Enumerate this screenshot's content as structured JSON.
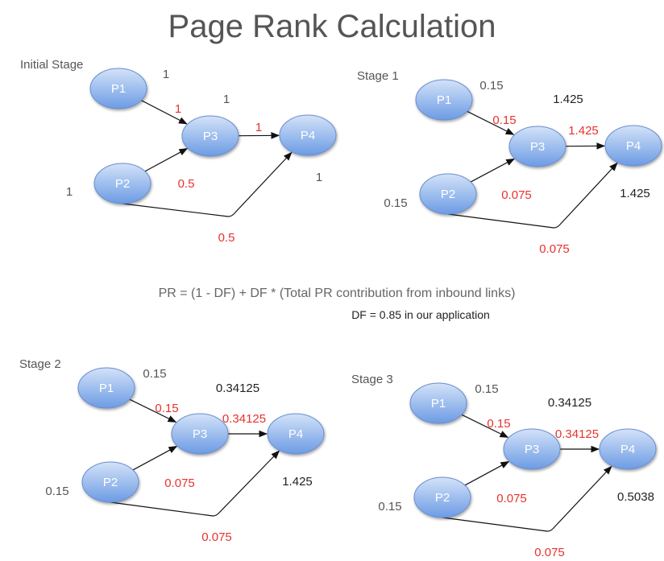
{
  "title": "Page Rank Calculation",
  "formula": "PR = (1 - DF) + DF * (Total PR contribution from inbound links)",
  "df_note": "DF = 0.85 in our application",
  "colors": {
    "title": "#555555",
    "label": "#555555",
    "value_black": "#222222",
    "value_red": "#e8322d",
    "node_fill_top": "#c5d8f5",
    "node_fill_bottom": "#6f9ee6",
    "node_stroke": "#6a8fcf",
    "node_text": "#ffffff",
    "edge": "#111111"
  },
  "nodes": [
    "P1",
    "P2",
    "P3",
    "P4"
  ],
  "stages": [
    {
      "name": "Initial Stage",
      "pr": {
        "P1": "1",
        "P2": "1",
        "P3": "1",
        "P4": "1"
      },
      "contrib": {
        "P1_P3": "1",
        "P2_P3": "0.5",
        "P3_P4": "1",
        "P2_P4": "0.5"
      }
    },
    {
      "name": "Stage 1",
      "pr": {
        "P1": "0.15",
        "P2": "0.15",
        "P3": "1.425",
        "P4": "1.425"
      },
      "contrib": {
        "P1_P3": "0.15",
        "P2_P3": "0.075",
        "P3_P4": "1.425",
        "P2_P4": "0.075"
      }
    },
    {
      "name": "Stage 2",
      "pr": {
        "P1": "0.15",
        "P2": "0.15",
        "P3": "0.34125",
        "P4": "1.425"
      },
      "contrib": {
        "P1_P3": "0.15",
        "P2_P3": "0.075",
        "P3_P4": "0.34125",
        "P2_P4": "0.075"
      }
    },
    {
      "name": "Stage 3",
      "pr": {
        "P1": "0.15",
        "P2": "0.15",
        "P3": "0.34125",
        "P4": "0.5038"
      },
      "contrib": {
        "P1_P3": "0.15",
        "P2_P3": "0.075",
        "P3_P4": "0.34125",
        "P2_P4": "0.075"
      }
    }
  ]
}
